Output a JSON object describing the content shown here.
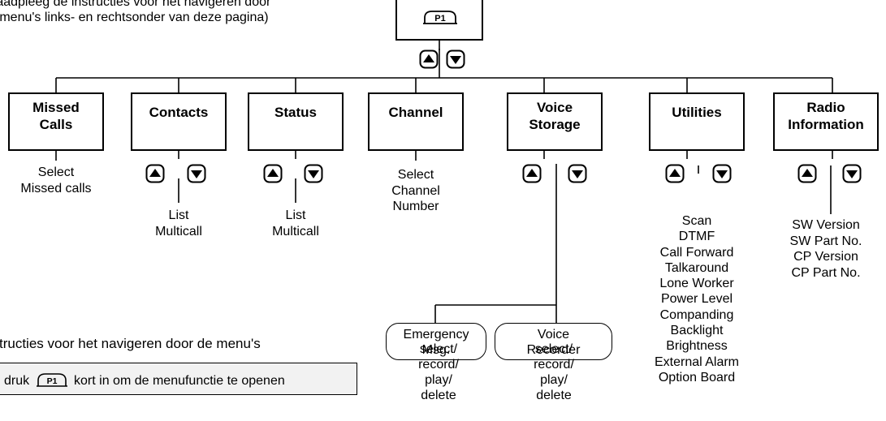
{
  "header": {
    "intro_line1": "raadpleeg de instructies voor het navigeren door",
    "intro_line2": "e menu's links- en rechtsonder van deze pagina)"
  },
  "root_key": {
    "label": "P1"
  },
  "menus": [
    {
      "id": "missed-calls",
      "title_lines": [
        "Missed",
        "Calls"
      ],
      "has_arrows": false,
      "results": [
        "Select",
        "Missed calls"
      ]
    },
    {
      "id": "contacts",
      "title_lines": [
        "Contacts"
      ],
      "has_arrows": true,
      "results": [
        "List",
        "Multicall"
      ]
    },
    {
      "id": "status",
      "title_lines": [
        "Status"
      ],
      "has_arrows": true,
      "results": [
        "List",
        "Multicall"
      ]
    },
    {
      "id": "channel",
      "title_lines": [
        "Channel"
      ],
      "has_arrows": false,
      "results": [
        "Select",
        "Channel",
        "Number"
      ]
    },
    {
      "id": "voice-storage",
      "title_lines": [
        "Voice",
        "Storage"
      ],
      "has_arrows": true,
      "results": []
    },
    {
      "id": "utilities",
      "title_lines": [
        "Utilities"
      ],
      "has_arrows": true,
      "results": [
        "Scan",
        "DTMF",
        "Call Forward",
        "Talkaround",
        "Lone Worker",
        "Power Level",
        "Companding",
        "Backlight",
        "Brightness",
        "External Alarm",
        "Option Board"
      ]
    },
    {
      "id": "radio-information",
      "title_lines": [
        "Radio",
        "Information"
      ],
      "has_arrows": true,
      "results": [
        "SW Version",
        "SW Part No.",
        "CP Version",
        "CP Part No."
      ]
    }
  ],
  "voice_storage_sub": [
    {
      "id": "emergency-msg",
      "title_lines": [
        "Emergency",
        "Msg."
      ],
      "actions": [
        "select/",
        "record/",
        "play/",
        "delete"
      ]
    },
    {
      "id": "voice-recorder",
      "title_lines": [
        "Voice",
        "Recorder"
      ],
      "actions": [
        "select/",
        "record/",
        "play/",
        "delete"
      ]
    }
  ],
  "footer": {
    "heading": "tructies voor het navigeren door de menu's",
    "instruction_before": "druk",
    "instruction_key": "P1",
    "instruction_after": "kort in om de menufunctie te openen"
  }
}
